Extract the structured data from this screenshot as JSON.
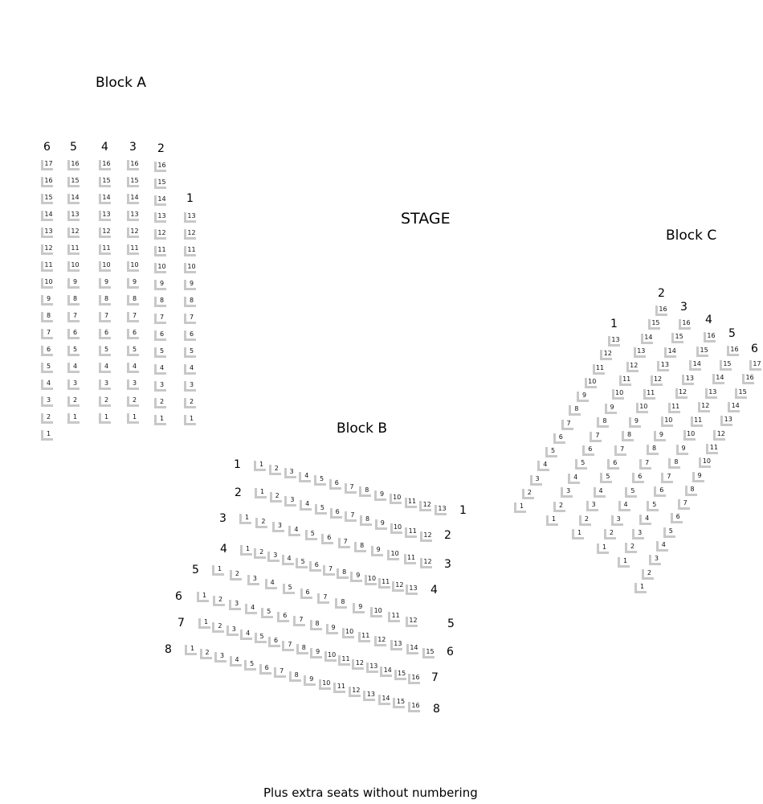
{
  "stage": {
    "label": "STAGE"
  },
  "footnote": "Plus extra seats without numbering",
  "colors": {
    "seat_marker": "#c8c8c8",
    "text": "#000000",
    "background": "#ffffff"
  },
  "blocks": {
    "A": {
      "title": "Block A",
      "rows": [
        {
          "row": "6",
          "seats": [
            "17",
            "16",
            "15",
            "14",
            "13",
            "12",
            "11",
            "10",
            "9",
            "8",
            "7",
            "6",
            "5",
            "4",
            "3",
            "2",
            "1"
          ]
        },
        {
          "row": "5",
          "seats": [
            "16",
            "15",
            "14",
            "13",
            "12",
            "11",
            "10",
            "9",
            "8",
            "7",
            "6",
            "5",
            "4",
            "3",
            "2",
            "1"
          ]
        },
        {
          "row": "4",
          "seats": [
            "16",
            "15",
            "14",
            "13",
            "12",
            "11",
            "10",
            "9",
            "8",
            "7",
            "6",
            "5",
            "4",
            "3",
            "2",
            "1"
          ]
        },
        {
          "row": "3",
          "seats": [
            "16",
            "15",
            "14",
            "13",
            "12",
            "11",
            "10",
            "9",
            "8",
            "7",
            "6",
            "5",
            "4",
            "3",
            "2",
            "1"
          ]
        },
        {
          "row": "2",
          "seats": [
            "16",
            "15",
            "14",
            "13",
            "12",
            "11",
            "10",
            "9",
            "8",
            "7",
            "6",
            "5",
            "4",
            "3",
            "2",
            "1"
          ]
        },
        {
          "row": "1",
          "seats": [
            "13",
            "12",
            "11",
            "10",
            "9",
            "8",
            "7",
            "6",
            "5",
            "4",
            "3",
            "2",
            "1"
          ]
        }
      ]
    },
    "B": {
      "title": "Block B",
      "rows": [
        {
          "row": "1",
          "seats": [
            "1",
            "2",
            "3",
            "4",
            "5",
            "6",
            "7",
            "8",
            "9",
            "10",
            "11",
            "12",
            "13"
          ]
        },
        {
          "row": "2",
          "seats": [
            "1",
            "2",
            "3",
            "4",
            "5",
            "6",
            "7",
            "8",
            "9",
            "10",
            "11",
            "12"
          ]
        },
        {
          "row": "3",
          "seats": [
            "1",
            "2",
            "3",
            "4",
            "5",
            "6",
            "7",
            "8",
            "9",
            "10",
            "11",
            "12"
          ]
        },
        {
          "row": "4",
          "seats": [
            "1",
            "2",
            "3",
            "4",
            "5",
            "6",
            "7",
            "8",
            "9",
            "10",
            "11",
            "12",
            "13"
          ]
        },
        {
          "row": "5",
          "seats": [
            "1",
            "2",
            "3",
            "4",
            "5",
            "6",
            "7",
            "8",
            "9",
            "10",
            "11",
            "12"
          ]
        },
        {
          "row": "6",
          "seats": [
            "1",
            "2",
            "3",
            "4",
            "5",
            "6",
            "7",
            "8",
            "9",
            "10",
            "11",
            "12",
            "13",
            "14",
            "15"
          ]
        },
        {
          "row": "7",
          "seats": [
            "1",
            "2",
            "3",
            "4",
            "5",
            "6",
            "7",
            "8",
            "9",
            "10",
            "11",
            "12",
            "13",
            "14",
            "15",
            "16"
          ]
        },
        {
          "row": "8",
          "seats": [
            "1",
            "2",
            "3",
            "4",
            "5",
            "6",
            "7",
            "8",
            "9",
            "10",
            "11",
            "12",
            "13",
            "14",
            "15",
            "16"
          ]
        }
      ]
    },
    "C": {
      "title": "Block C",
      "rows": [
        {
          "row": "1",
          "seats": [
            "13",
            "12",
            "11",
            "10",
            "9",
            "8",
            "7",
            "6",
            "5",
            "4",
            "3",
            "2",
            "1"
          ]
        },
        {
          "row": "2",
          "seats": [
            "16",
            "15",
            "14",
            "13",
            "12",
            "11",
            "10",
            "9",
            "8",
            "7",
            "6",
            "5",
            "4",
            "3",
            "2",
            "1"
          ]
        },
        {
          "row": "3",
          "seats": [
            "16",
            "15",
            "14",
            "13",
            "12",
            "11",
            "10",
            "9",
            "8",
            "7",
            "6",
            "5",
            "4",
            "3",
            "2",
            "1"
          ]
        },
        {
          "row": "4",
          "seats": [
            "16",
            "15",
            "14",
            "13",
            "12",
            "11",
            "10",
            "9",
            "8",
            "7",
            "6",
            "5",
            "4",
            "3",
            "2",
            "1"
          ]
        },
        {
          "row": "5",
          "seats": [
            "16",
            "15",
            "14",
            "13",
            "12",
            "11",
            "10",
            "9",
            "8",
            "7",
            "6",
            "5",
            "4",
            "3",
            "2",
            "1"
          ]
        },
        {
          "row": "6",
          "seats": [
            "17",
            "16",
            "15",
            "14",
            "13",
            "12",
            "11",
            "10",
            "9",
            "8",
            "7",
            "6",
            "5",
            "4",
            "3",
            "2",
            "1"
          ]
        }
      ]
    }
  }
}
